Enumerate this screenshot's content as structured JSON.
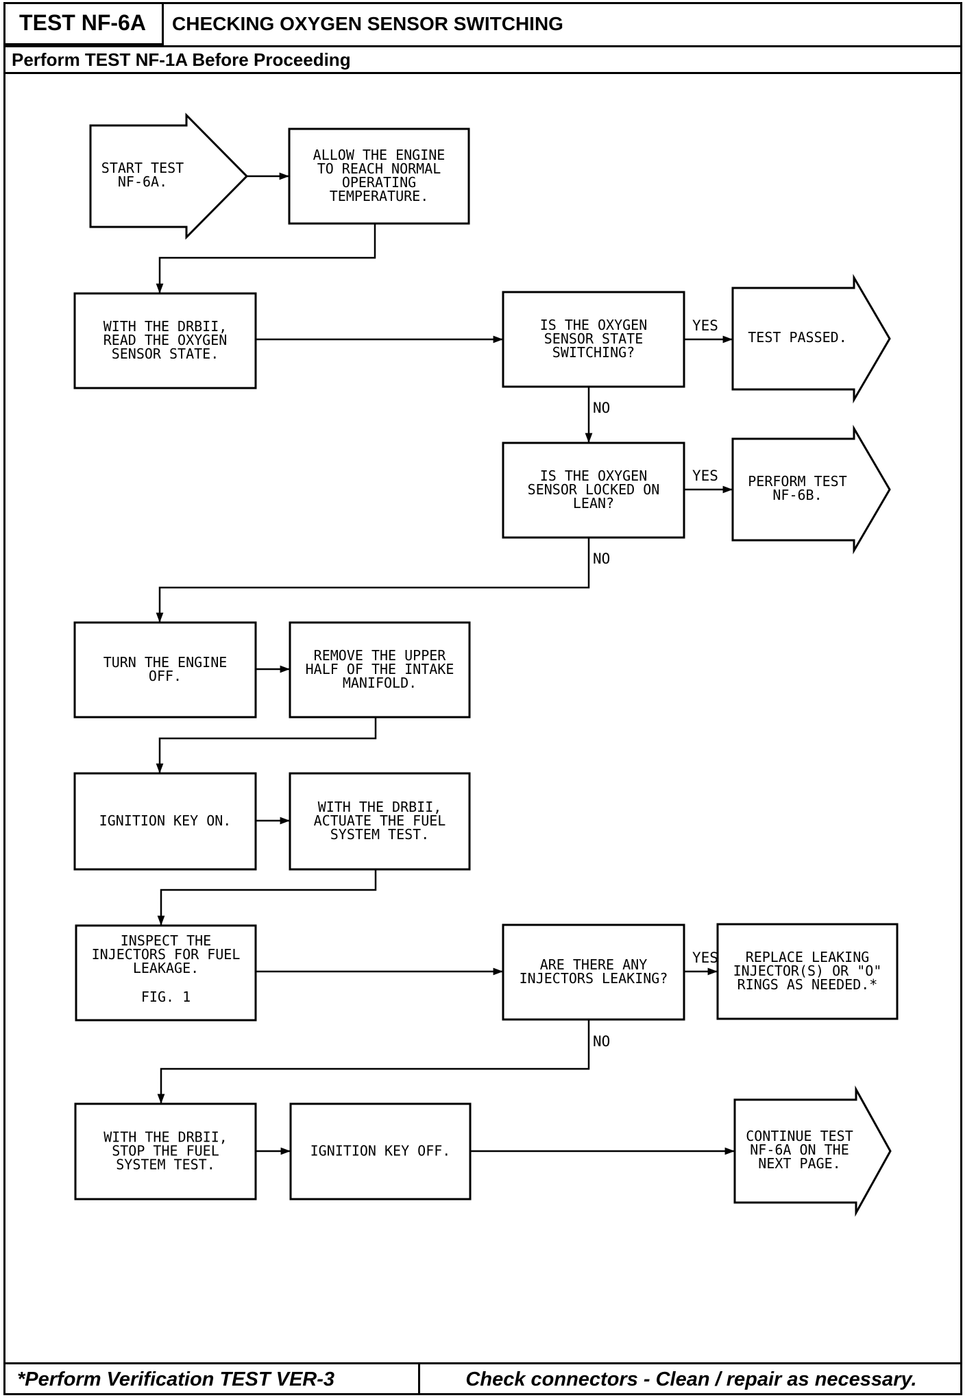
{
  "header": {
    "test_id": "TEST NF-6A",
    "title": "CHECKING OXYGEN SENSOR SWITCHING",
    "subtitle": "Perform TEST NF-1A Before Proceeding"
  },
  "footer": {
    "left": "*Perform Verification TEST VER-3",
    "right": "Check connectors - Clean / repair as necessary."
  },
  "flowchart": {
    "start": [
      "START TEST",
      "NF-6A."
    ],
    "allow_engine": [
      "ALLOW THE ENGINE",
      "TO REACH NORMAL",
      "OPERATING",
      "TEMPERATURE."
    ],
    "read_o2_state": [
      "WITH THE DRBII,",
      "READ THE OXYGEN",
      "SENSOR STATE."
    ],
    "q_switching": [
      "IS THE OXYGEN",
      "SENSOR STATE",
      "SWITCHING?"
    ],
    "test_passed": [
      "TEST PASSED."
    ],
    "q_locked_lean": [
      "IS THE OXYGEN",
      "SENSOR LOCKED ON",
      "LEAN?"
    ],
    "perform_nf6b": [
      "PERFORM TEST",
      "NF-6B."
    ],
    "turn_engine_off": [
      "TURN THE ENGINE",
      "OFF."
    ],
    "remove_upper_half": [
      "REMOVE THE UPPER",
      "HALF OF THE INTAKE",
      "MANIFOLD."
    ],
    "ignition_on": [
      "IGNITION KEY ON."
    ],
    "actuate_fuel": [
      "WITH THE DRBII,",
      "ACTUATE THE FUEL",
      "SYSTEM TEST."
    ],
    "inspect_injectors": [
      "INSPECT THE",
      "INJECTORS FOR FUEL",
      "LEAKAGE."
    ],
    "fig_ref": "FIG. 1",
    "q_injectors_leaking": [
      "ARE THERE ANY",
      "INJECTORS LEAKING?"
    ],
    "replace_leaking": [
      "REPLACE LEAKING",
      "INJECTOR(S) OR \"O\"",
      "RINGS AS NEEDED.*"
    ],
    "stop_fuel_test": [
      "WITH THE DRBII,",
      "STOP THE FUEL",
      "SYSTEM TEST."
    ],
    "ignition_off": [
      "IGNITION KEY OFF."
    ],
    "continue_test": [
      "CONTINUE TEST",
      "NF-6A ON THE",
      "NEXT PAGE."
    ],
    "yes": "YES",
    "no": "NO"
  }
}
